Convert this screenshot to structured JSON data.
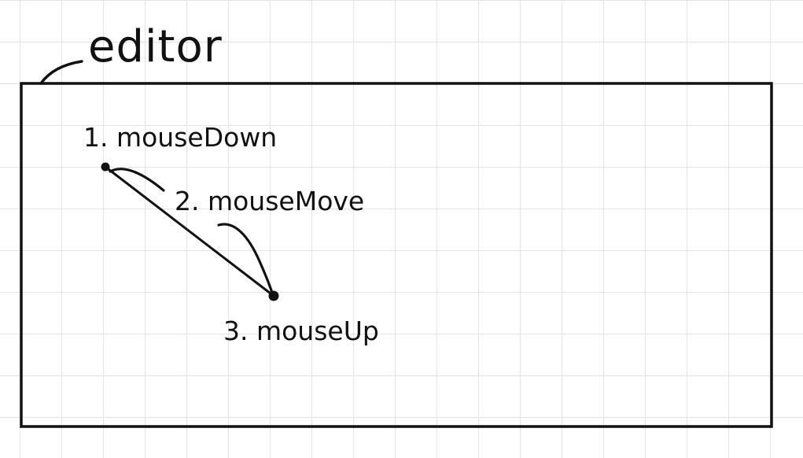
{
  "title": "editor",
  "events": [
    {
      "label": "1. mouseDown"
    },
    {
      "label": "2. mouseMove"
    },
    {
      "label": "3. mouseUp"
    }
  ],
  "colors": {
    "ink": "#111111",
    "grid": "#e3e3e3",
    "background": "#ffffff"
  }
}
